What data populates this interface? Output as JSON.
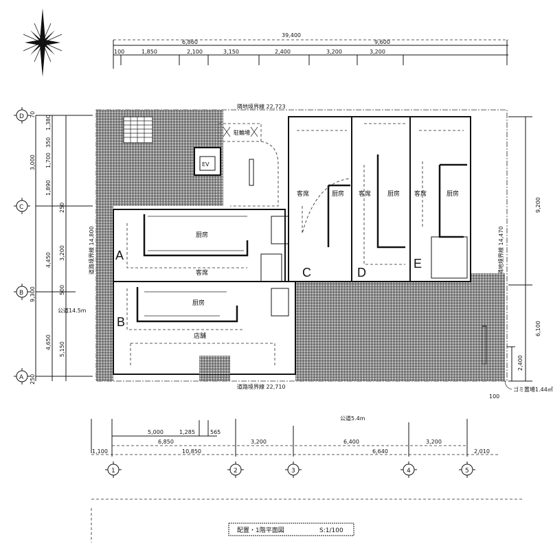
{
  "title": "配置・1階平面図",
  "scale": "S:1/100",
  "top_dims": {
    "total": "39,400",
    "row2": [
      "6,860",
      "9,600"
    ],
    "row3": [
      "100",
      "1,850",
      "2,100",
      "3,150",
      "2,400",
      "3,200",
      "3,200"
    ]
  },
  "bottom_dims": {
    "road": "公道5.4m",
    "row1": [
      "5,000",
      "1,285",
      "565"
    ],
    "row2": [
      "6,850",
      "3,200",
      "6,400",
      "3,200"
    ],
    "row3": [
      "1,100",
      "10,850",
      "6,640",
      "2,010"
    ]
  },
  "left_dims": [
    "70",
    "1,380",
    "350",
    "1,700",
    "1,890",
    "3,000",
    "250",
    "4,450",
    "3,200",
    "9,300",
    "500",
    "4,650",
    "5,150",
    "250"
  ],
  "left_road": "公道14.5m",
  "right_dims": [
    "9,200",
    "6,100",
    "2,400",
    "100"
  ],
  "boundaries": {
    "top": "隣地境界線 22,723",
    "bottom": "道路境界線 22,710",
    "left": "道路境界線 14,800",
    "right": "隣地境界線 14,470"
  },
  "note_right": "ゴミ置場1.44㎡",
  "rooms": {
    "unit_a": "A",
    "unit_b": "B",
    "unit_c": "C",
    "unit_d": "D",
    "unit_e": "E",
    "a_kitchen": "厨房",
    "a_seats": "客席",
    "b_kitchen": "厨房",
    "b_shop": "店舗",
    "c_seats": "客席",
    "c_kitchen": "厨房",
    "d_seats": "客席",
    "d_kitchen": "厨房",
    "e_seats": "客席",
    "e_kitchen": "厨房",
    "bike": "駐輪場",
    "ev": "EV"
  },
  "grid_cols": [
    "1",
    "2",
    "3",
    "4",
    "5"
  ],
  "grid_rows": [
    "D",
    "C",
    "B",
    "A"
  ]
}
